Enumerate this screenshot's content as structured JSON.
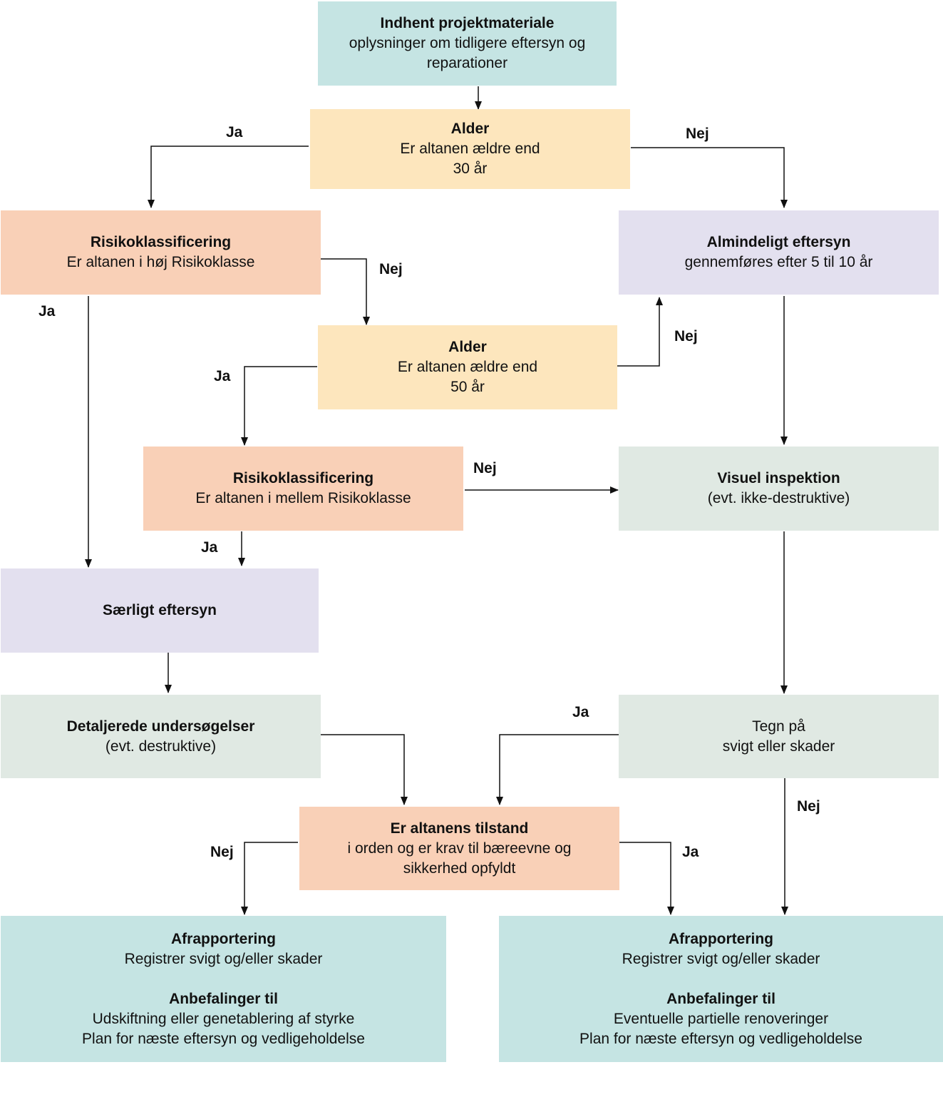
{
  "nodes": {
    "n1": {
      "title": "Indhent projektmateriale",
      "text": "oplysninger om tidligere eftersyn og reparationer",
      "color": "#c5e4e3"
    },
    "n2": {
      "title": "Alder",
      "line1": "Er altanen ældre end",
      "line2": "30 år",
      "color": "#fde6bd"
    },
    "n3": {
      "title": "Risikoklassificering",
      "text": "Er altanen i høj Risikoklasse",
      "color": "#f9d0b7"
    },
    "n4": {
      "title": "Almindeligt eftersyn",
      "text": "gennemføres efter 5 til 10 år",
      "color": "#e3e0ef"
    },
    "n5": {
      "title": "Alder",
      "line1": "Er altanen ældre end",
      "line2": "50 år",
      "color": "#fde6bd"
    },
    "n6": {
      "title": "Risikoklassificering",
      "text": "Er altanen i mellem Risikoklasse",
      "color": "#f9d0b7"
    },
    "n7": {
      "title": "Visuel inspektion",
      "text": "(evt. ikke-destruktive)",
      "color": "#e0e9e3"
    },
    "n8": {
      "title": "Særligt eftersyn",
      "color": "#e3e0ef"
    },
    "n9": {
      "title": "Detaljerede undersøgelser",
      "text": "(evt. destruktive)",
      "color": "#e0e9e3"
    },
    "n10": {
      "line1": "Tegn på",
      "line2": "svigt eller skader",
      "color": "#e0e9e3"
    },
    "n11": {
      "title": "Er altanens tilstand",
      "line1": "i orden og er krav til bæreevne og",
      "line2": "sikkerhed opfyldt",
      "color": "#f9d0b7"
    },
    "n12": {
      "title": "Afrapportering",
      "text": "Registrer svigt og/eller skader",
      "title2": "Anbefalinger til",
      "line1": "Udskiftning eller genetablering af styrke",
      "line2": "Plan for næste eftersyn og vedligeholdelse",
      "color": "#c5e4e3"
    },
    "n13": {
      "title": "Afrapportering",
      "text": "Registrer svigt og/eller skader",
      "title2": "Anbefalinger til",
      "line1": "Eventuelle partielle renoveringer",
      "line2": "Plan for næste eftersyn og vedligeholdelse",
      "color": "#c5e4e3"
    }
  },
  "labels": {
    "l1": "Ja",
    "l2": "Nej",
    "l3": "Nej",
    "l4": "Ja",
    "l5": "Nej",
    "l6": "Ja",
    "l7": "Nej",
    "l8": "Ja",
    "l9": "Ja",
    "l10": "Nej",
    "l11": "Nej",
    "l12": "Ja"
  },
  "edges": [
    {
      "from": "Indhent projektmateriale",
      "to": "Alder (30 år)"
    },
    {
      "from": "Alder (30 år)",
      "to": "Risikoklassificering (høj)",
      "label": "Ja"
    },
    {
      "from": "Alder (30 år)",
      "to": "Almindeligt eftersyn",
      "label": "Nej"
    },
    {
      "from": "Risikoklassificering (høj)",
      "to": "Alder (50 år)",
      "label": "Nej"
    },
    {
      "from": "Risikoklassificering (høj)",
      "to": "Særligt eftersyn",
      "label": "Ja"
    },
    {
      "from": "Alder (50 år)",
      "to": "Almindeligt eftersyn",
      "label": "Nej"
    },
    {
      "from": "Alder (50 år)",
      "to": "Risikoklassificering (mellem)",
      "label": "Ja"
    },
    {
      "from": "Risikoklassificering (mellem)",
      "to": "Visuel inspektion",
      "label": "Nej"
    },
    {
      "from": "Risikoklassificering (mellem)",
      "to": "Særligt eftersyn",
      "label": "Ja"
    },
    {
      "from": "Almindeligt eftersyn",
      "to": "Visuel inspektion"
    },
    {
      "from": "Særligt eftersyn",
      "to": "Detaljerede undersøgelser"
    },
    {
      "from": "Visuel inspektion",
      "to": "Tegn på svigt eller skader"
    },
    {
      "from": "Detaljerede undersøgelser",
      "to": "Er altanens tilstand"
    },
    {
      "from": "Tegn på svigt eller skader",
      "to": "Er altanens tilstand",
      "label": "Ja"
    },
    {
      "from": "Tegn på svigt eller skader",
      "to": "Afrapportering (højre)",
      "label": "Nej"
    },
    {
      "from": "Er altanens tilstand",
      "to": "Afrapportering (venstre)",
      "label": "Nej"
    },
    {
      "from": "Er altanens tilstand",
      "to": "Afrapportering (højre)",
      "label": "Ja"
    }
  ]
}
